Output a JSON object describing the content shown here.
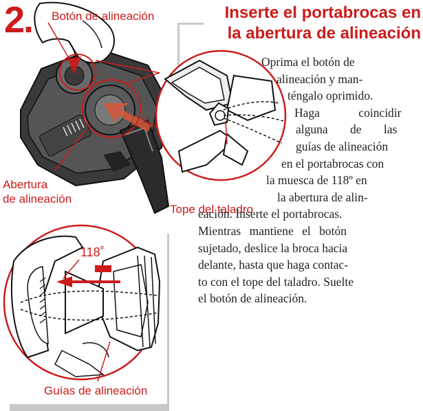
{
  "step": {
    "number": "2.",
    "title_line1": "Inserte el portabrocas en",
    "title_line2": "la abertura de alineación"
  },
  "labels": {
    "alignment_button": "Botón de alineación",
    "alignment_opening_line1": "Abertura",
    "alignment_opening_line2": "de alineación",
    "drill_stop": "Tope del taladro",
    "angle": "118˚",
    "alignment_guides": "Guías de alineación"
  },
  "instructions": {
    "lines": [
      "Oprima el botón de",
      "alineación y man-",
      "téngalo oprimido.",
      "Haga coincidir",
      "alguna de las",
      "guías de alineación",
      "en el portabrocas con",
      "la muesca de 118º en",
      "la abertura de alin-",
      "eación. Inserte el portabrocas.",
      "Mientras mantiene el botón",
      "sujetado, deslice la broca hacia",
      "delante, hasta que haga contac-",
      "to con el tope del taladro. Suelte",
      "el botón de alineación."
    ]
  },
  "colors": {
    "accent_red": "#cc1b1b",
    "frame_gray": "#c8c8c8",
    "text": "#222222"
  }
}
